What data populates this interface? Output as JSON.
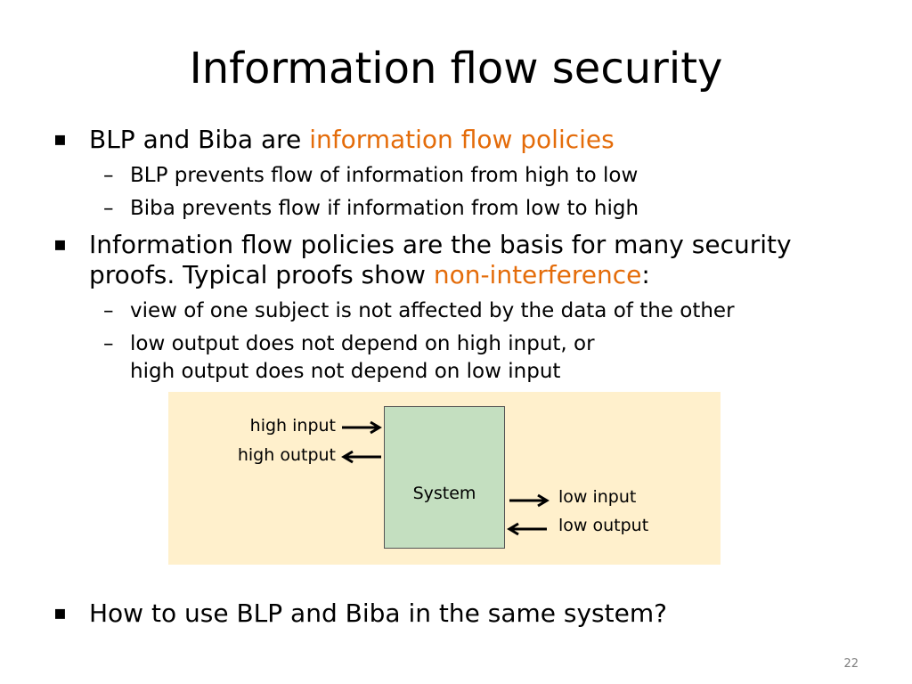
{
  "slide": {
    "title": "Information flow security",
    "bullets": [
      {
        "marker": "▪",
        "text": "BLP and Biba are ",
        "highlight": "information flow policies",
        "subs": [
          {
            "marker": "–",
            "text": "BLP prevents flow of information from high to low"
          },
          {
            "marker": "–",
            "text": "Biba prevents flow if information from low to high"
          }
        ]
      },
      {
        "marker": "▪",
        "line1": "Information flow policies are the basis for many security",
        "line2_pre": "proofs. Typical proofs show ",
        "highlight": "non-interference",
        "line2_post": ":",
        "subs": [
          {
            "marker": "–",
            "text": "view of one subject is not affected by the data of the other"
          },
          {
            "marker": "–",
            "line1": "low output does not depend on high input, or",
            "line2": "high output does not depend on low input"
          }
        ]
      },
      {
        "marker": "▪",
        "text": "How to use BLP and Biba in the same system?"
      }
    ],
    "diagram": {
      "system_label": "System",
      "high_input": "high input",
      "high_output": "high output",
      "low_input": "low input",
      "low_output": "low output"
    },
    "page_number": "22"
  },
  "colors": {
    "accent": "#e46c0a",
    "diagram_background": "#fff0cc",
    "system_box": "#c4dfc0"
  }
}
